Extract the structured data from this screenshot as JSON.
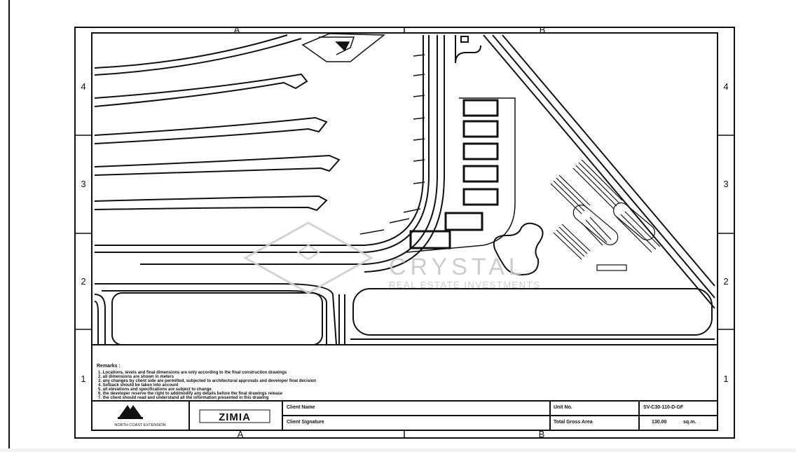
{
  "sheet": {
    "zones": {
      "columns": [
        "A",
        "B"
      ],
      "rows": [
        "4",
        "3",
        "2",
        "1"
      ]
    },
    "notes": {
      "title": "Remarks :",
      "lines": [
        "1. Locations, levels and final dimensions are only according to the final construction drawings",
        "2. all dimensions are shown in meters",
        "3. any changes by client side are permitted, subjected to architectural approvals and developer final decision",
        "4. Setback should be taken into account",
        "5. all elevations and specifications are subject to change",
        "6. the developer reserve the right to add/modify any details before the final drawings release",
        "7. the client should read and understand all the information presented in this drawing"
      ]
    },
    "title_block": {
      "logo_text": "NORTH COAST EXTENSION",
      "brand": "ZIMIA",
      "client_name_label": "Client Name",
      "client_signature_label": "Client Signature",
      "unit_no_label": "Unit No.",
      "unit_no_value": "SV-C30-110-D-GF",
      "gross_area_label": "Total Gross Area",
      "gross_area_value": "130.00",
      "gross_area_unit": "sq.m."
    },
    "plan_labels": {
      "zone_marker": "A"
    }
  },
  "watermark": {
    "name": "CRYSTAL",
    "subtitle": "REAL ESTATE INVESTMENTS"
  }
}
